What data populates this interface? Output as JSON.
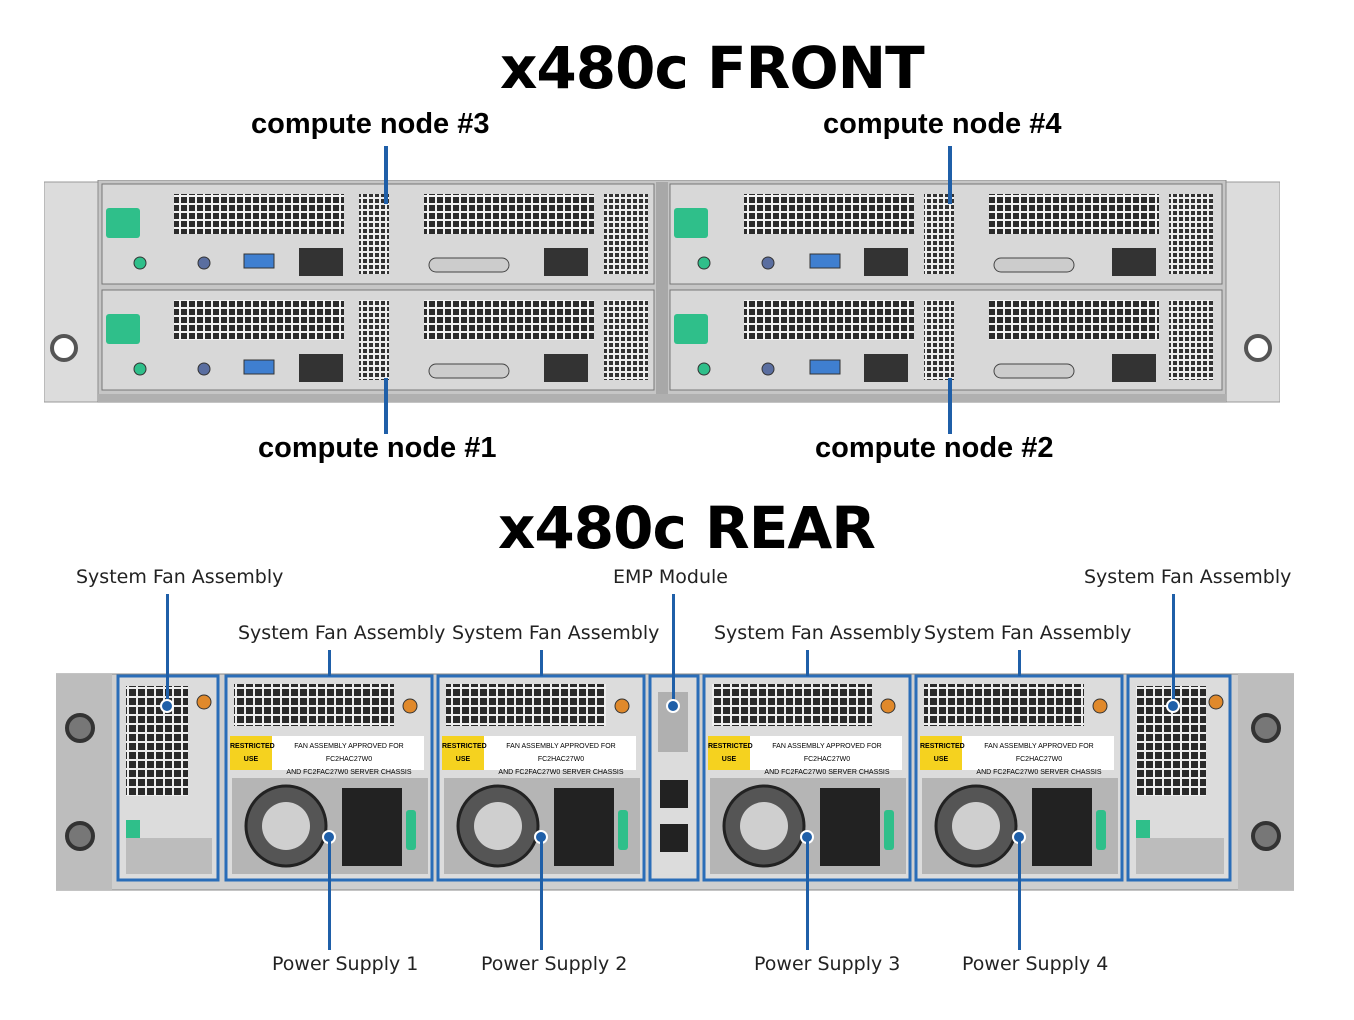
{
  "front": {
    "title": "x480c FRONT",
    "labels": {
      "node3": "compute node #3",
      "node4": "compute node #4",
      "node1": "compute node #1",
      "node2": "compute node #2"
    }
  },
  "rear": {
    "title": "x480c REAR",
    "labels": {
      "fan_outer_left": "System Fan Assembly",
      "fan_1": "System Fan Assembly",
      "fan_2": "System Fan Assembly",
      "emp": "EMP Module",
      "fan_3": "System Fan Assembly",
      "fan_4": "System Fan Assembly",
      "fan_outer_right": "System Fan Assembly",
      "psu1": "Power Supply 1",
      "psu2": "Power Supply 2",
      "psu3": "Power Supply 3",
      "psu4": "Power Supply 4"
    },
    "warning": {
      "restricted_line1": "RESTRICTED",
      "restricted_line2": "USE",
      "text_line1": "FAN ASSEMBLY APPROVED FOR FC2HAC27W0",
      "text_line2": "AND FC2FAC27W0 SERVER CHASSIS"
    }
  },
  "colors": {
    "callout": "#1f5fa8",
    "highlight_box": "#2a6db8",
    "warning_yellow": "#f5d21f",
    "latch_green": "#2fbf8a",
    "chassis": "#c9c9c9"
  }
}
